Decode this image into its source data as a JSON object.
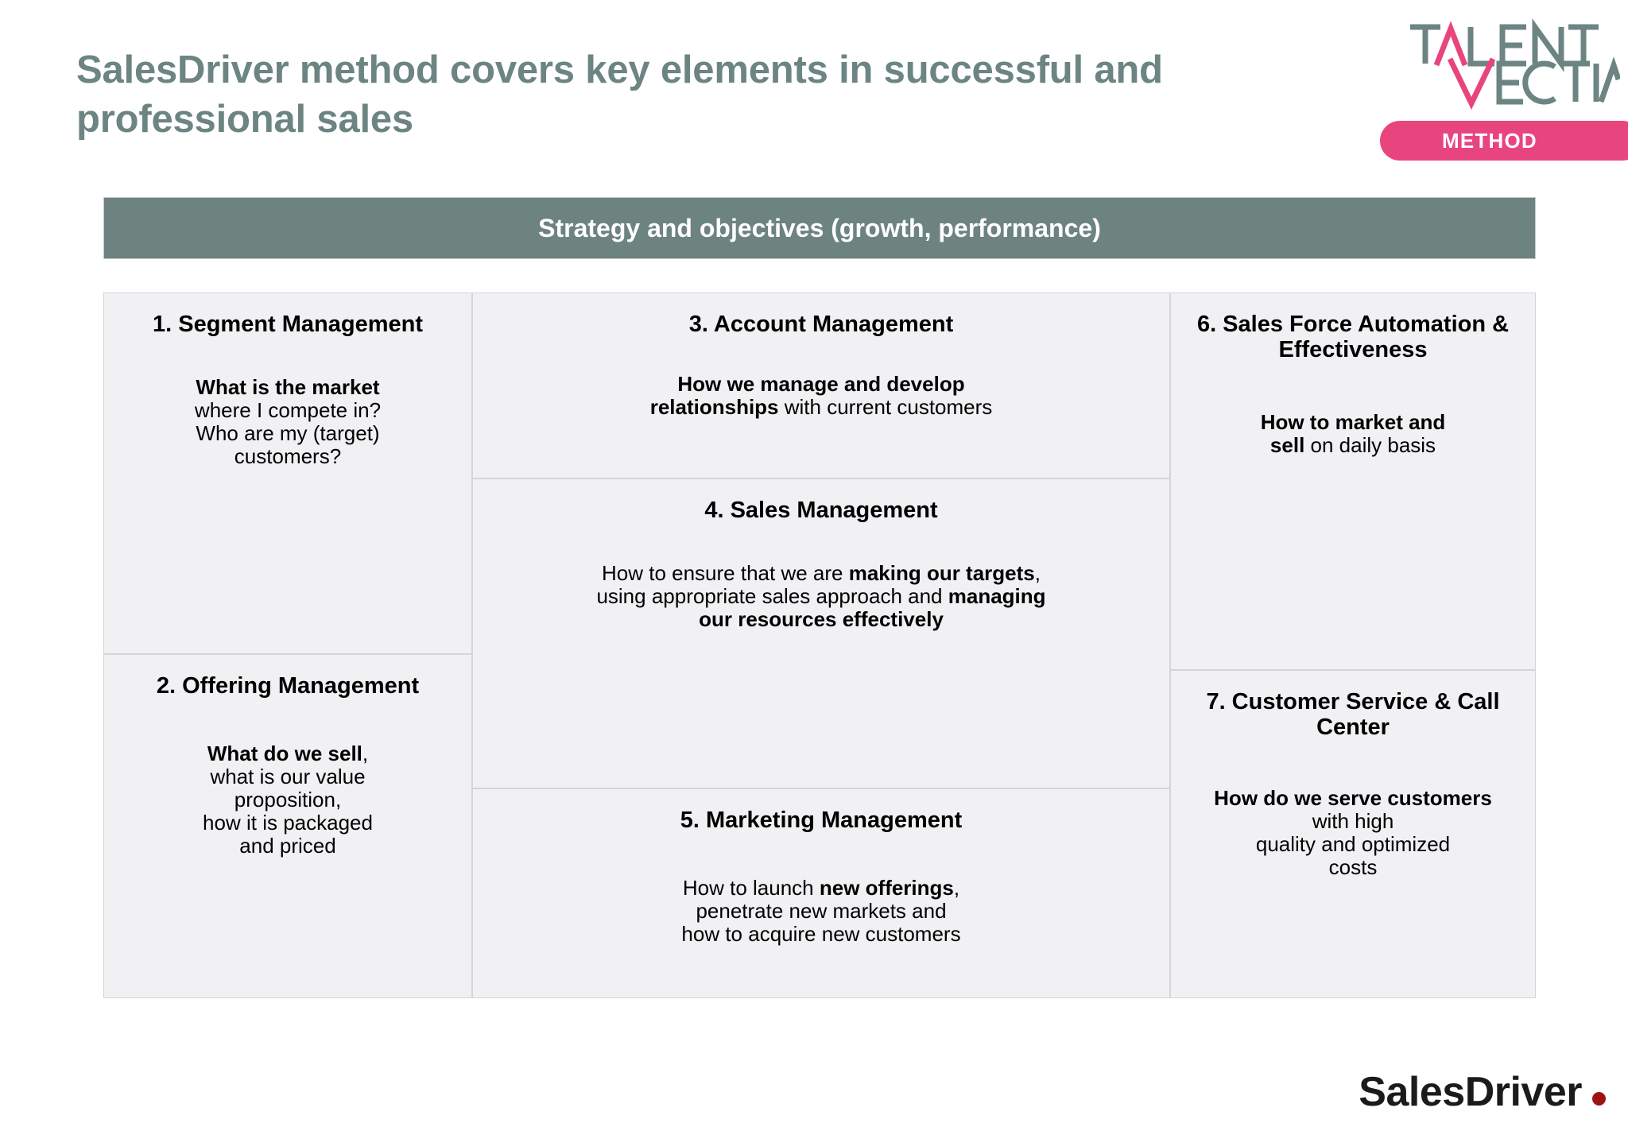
{
  "slide": {
    "title": "SalesDriver method covers key elements in successful and professional sales",
    "brand": {
      "logo_line1": "TALENT",
      "logo_line2": "VECTIA",
      "badge_label": "METHOD",
      "accent_pink": "#e8457f",
      "accent_teal": "#6c8582"
    },
    "strategy_bar": {
      "label": "Strategy and objectives (growth, performance)",
      "background": "#6d8380",
      "text_color": "#ffffff"
    },
    "footer": {
      "logo_text": "SalesDriver",
      "dot_color": "#9e1216"
    }
  },
  "matrix": {
    "cell_background": "#f1f0f3",
    "cell_border": "#d5d4da",
    "columns": [
      {
        "name": "left",
        "cells": [
          {
            "title": "1. Segment Management",
            "body_html": "<b>What is the market</b><br>where I compete in?<br>Who are my (target)<br>customers?",
            "body_text": "What is the market where I compete in? Who are my (target) customers?"
          },
          {
            "title": "2. Offering Management",
            "body_html": "<b>What do we sell</b>,<br>what is our value<br>proposition,<br>how it is packaged<br>and priced",
            "body_text": "What do we sell, what is our value proposition, how it is packaged and priced"
          }
        ]
      },
      {
        "name": "middle",
        "cells": [
          {
            "title": "3. Account Management",
            "body_html": "<b>How we manage and develop<br>relationships</b> with current customers",
            "body_text": "How we manage and develop relationships with current customers"
          },
          {
            "title": "4. Sales Management",
            "body_html": "How to ensure that we are <b>making our targets</b>,<br>using appropriate sales approach and <b>managing<br>our resources effectively</b>",
            "body_text": "How to ensure that we are making our targets, using appropriate sales approach and managing our resources effectively"
          },
          {
            "title": "5. Marketing Management",
            "body_html": "How to launch <b>new offerings</b>,<br>penetrate new markets and<br>how to acquire new customers",
            "body_text": "How to launch new offerings, penetrate new markets and how to acquire new customers"
          }
        ]
      },
      {
        "name": "right",
        "cells": [
          {
            "title": "6. Sales Force Automation & Effectiveness",
            "body_html": "<b>How to market and<br>sell</b> on daily basis",
            "body_text": "How to market and sell on daily basis"
          },
          {
            "title": "7. Customer Service & Call Center",
            "body_html": "<b>How do we serve customers</b><br>with high<br>quality and optimized<br>costs",
            "body_text": "How do we serve customers with high quality and optimized costs"
          }
        ]
      }
    ]
  }
}
